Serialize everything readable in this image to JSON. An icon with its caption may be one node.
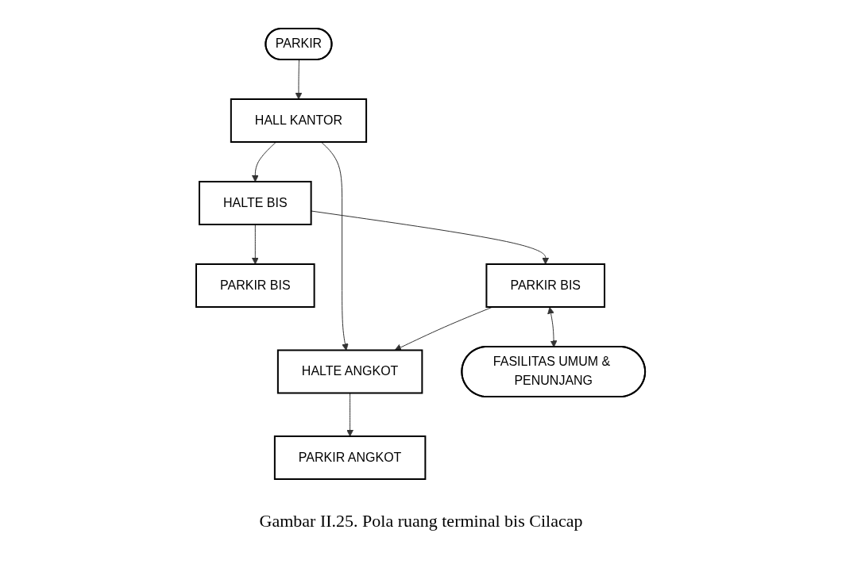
{
  "diagram": {
    "caption": "Gambar II.25. Pola ruang terminal bis Cilacap",
    "nodes": [
      {
        "text": [
          "PARKIR"
        ]
      },
      {
        "text": [
          "HALL KANTOR"
        ]
      },
      {
        "text": [
          "HALTE ANGKOT"
        ]
      },
      {
        "text": [
          "PARKIR ANGKOT"
        ]
      },
      {
        "text": [
          "FASILITAS UMUM & PENUNJANG"
        ]
      },
      {
        "text": [
          "PARKIR BIS"
        ]
      },
      {
        "text": [
          "HALTE BIS"
        ]
      },
      {
        "text": [
          "PARKIR BIS"
        ]
      }
    ],
    "edges": [
      {
        "from": 0,
        "to": 1,
        "arrow": "to"
      },
      {
        "from": 1,
        "to": 6,
        "arrow": "to"
      },
      {
        "from": 1,
        "to": 2,
        "arrow": "to"
      },
      {
        "from": 2,
        "to": 3,
        "arrow": "to"
      },
      {
        "from": 6,
        "to": 5,
        "arrow": "to"
      },
      {
        "from": 6,
        "to": 7,
        "arrow": "to"
      },
      {
        "from": 7,
        "to": 2,
        "arrow": "to"
      },
      {
        "from": 7,
        "to": 4,
        "arrow": "both"
      }
    ]
  }
}
